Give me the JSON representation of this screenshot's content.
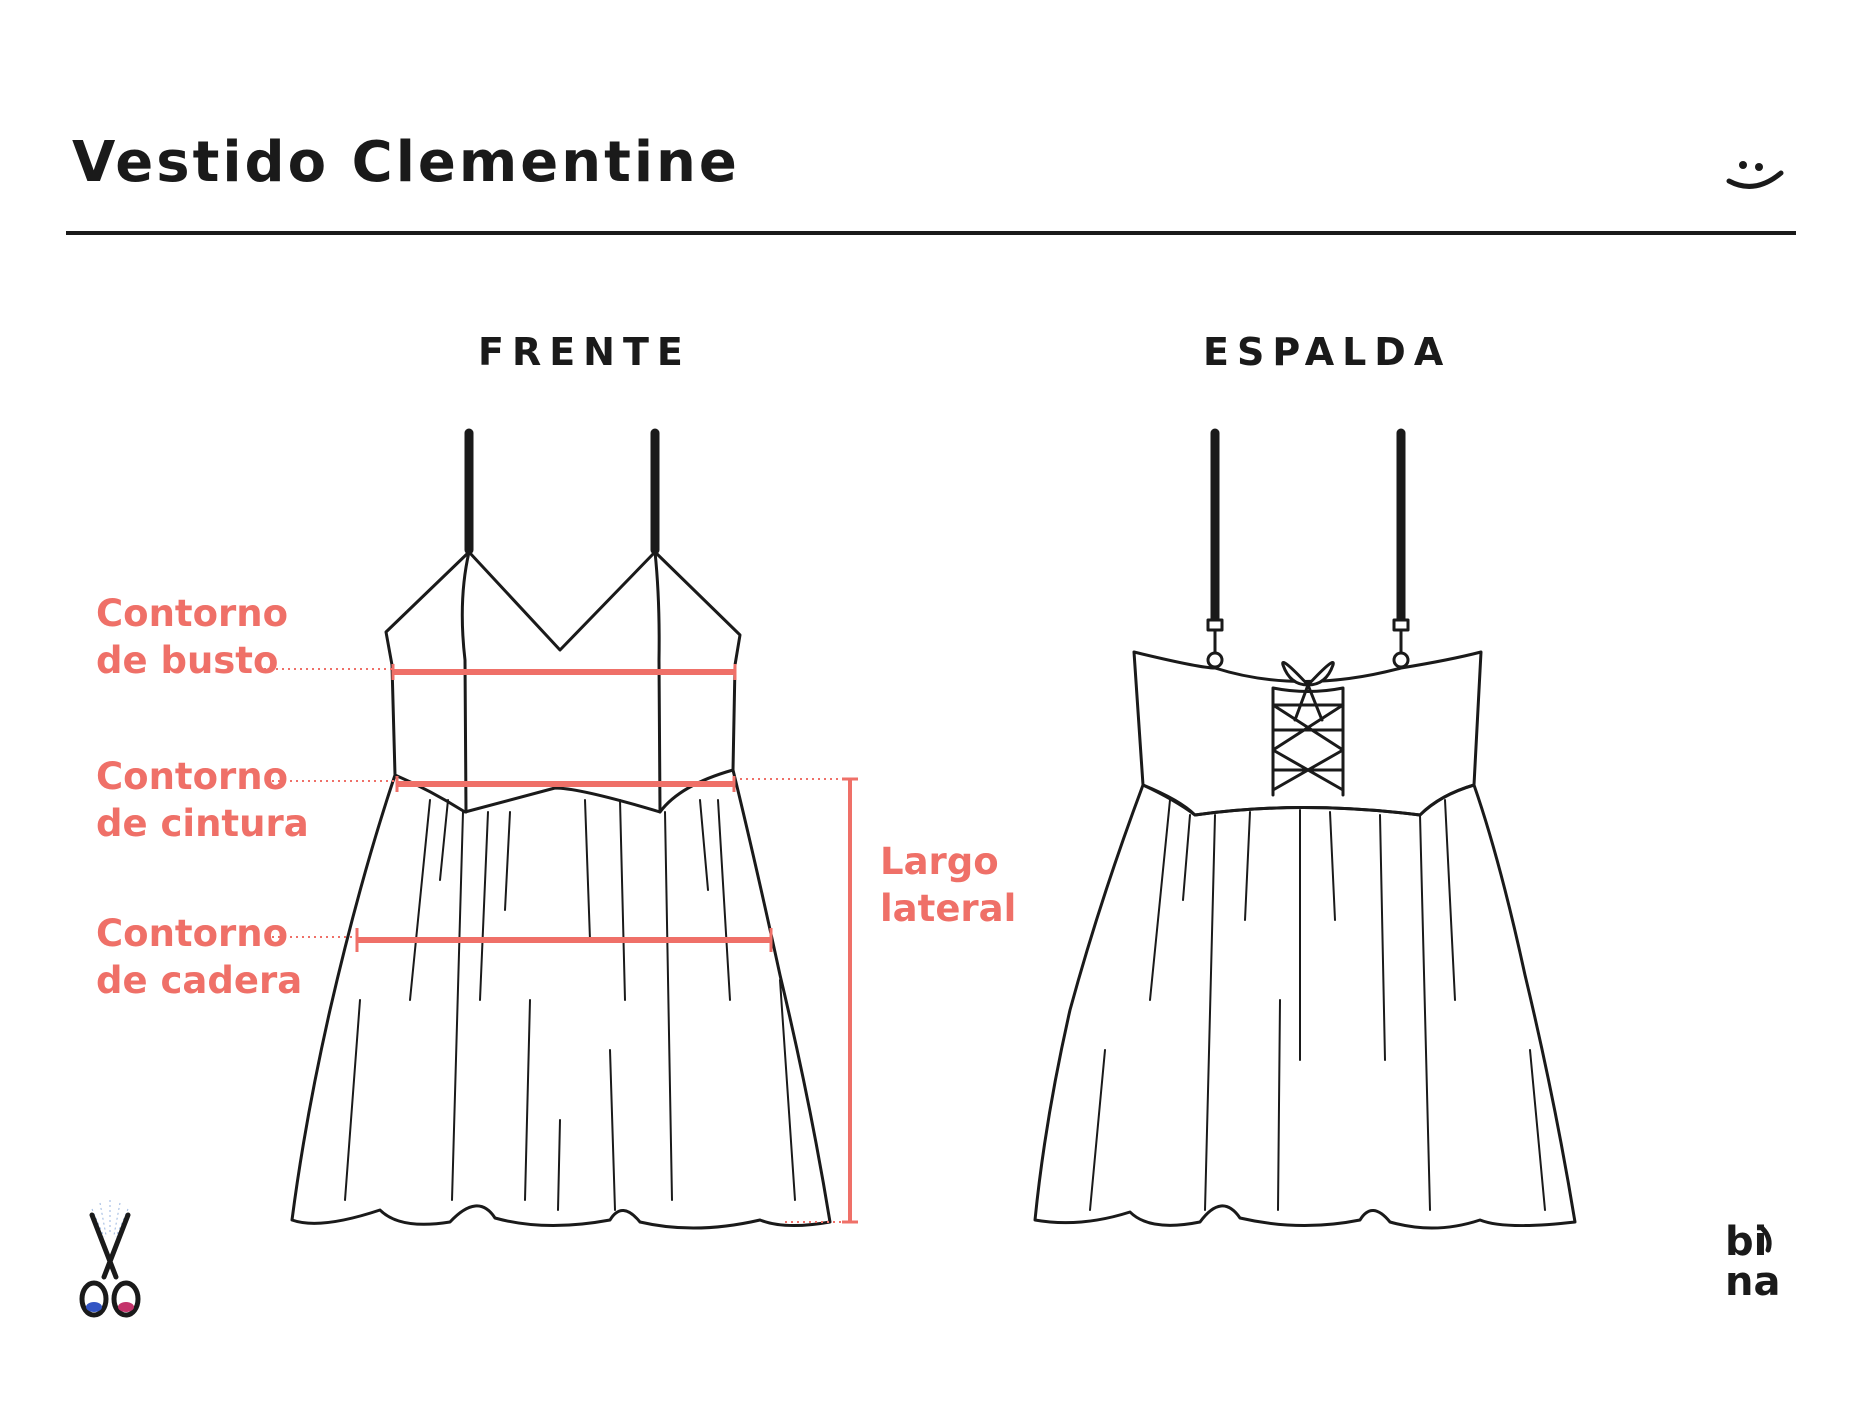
{
  "header": {
    "title": "Vestido Clementine",
    "smile_icon": "smile-icon"
  },
  "views": {
    "front_title": "FRENTE",
    "back_title": "ESPALDA"
  },
  "measurements": {
    "bust": {
      "line1": "Contorno",
      "line2": "de busto"
    },
    "waist": {
      "line1": "Contorno",
      "line2": "de cintura"
    },
    "hip": {
      "line1": "Contorno",
      "line2": "de cadera"
    },
    "side_length": {
      "line1": "Largo",
      "line2": "lateral"
    }
  },
  "footer": {
    "left_logo": "scissors-logo-icon",
    "right_logo": "bina-logo",
    "right_logo_text_top": "bi",
    "right_logo_text_bottom": "na"
  },
  "colors": {
    "ink": "#1a1a1a",
    "accent": "#ef7068"
  }
}
